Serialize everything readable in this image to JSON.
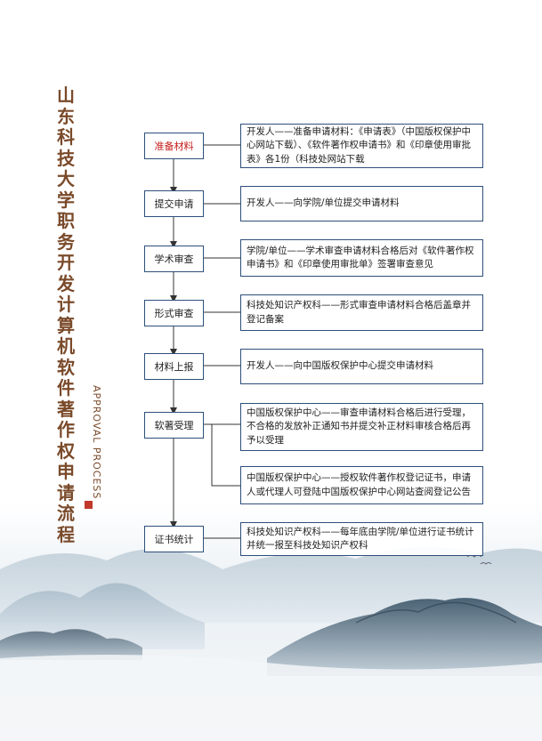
{
  "title": "山东科技大学职务开发计算机软件著作权申请流程",
  "subtitle": "APPROVAL PROCESS",
  "steps": [
    {
      "label": "准备材料",
      "highlight": true,
      "desc": "开发人——准备申请材料：《申请表》（中国版权保护中心网站下载）、《软件著作权申请书》和《印章使用审批表》各1份（科技处网站下载"
    },
    {
      "label": "提交申请",
      "highlight": false,
      "desc": "开发人——向学院/单位提交申请材料"
    },
    {
      "label": "学术审查",
      "highlight": false,
      "desc": "学院/单位——学术审查申请材料合格后对《软件著作权申请书》和《印章使用审批单》签署审查意见"
    },
    {
      "label": "形式审查",
      "highlight": false,
      "desc": "科技处知识产权科——形式审查申请材料合格后盖章并登记备案"
    },
    {
      "label": "材料上报",
      "highlight": false,
      "desc": "开发人——向中国版权保护中心提交申请材料"
    },
    {
      "label": "软著受理",
      "highlight": false,
      "desc": "中国版权保护中心——审查申请材料合格后进行受理，不合格的发放补正通知书并提交补正材料审核合格后再予以受理"
    },
    {
      "label": "证书统计",
      "highlight": false,
      "desc": "科技处知识产权科——每年底由学院/单位进行证书统计并统一报至科技处知识产权科"
    }
  ],
  "extra_desc": "中国版权保护中心——授权软件著作权登记证书，申请人或代理人可登陆中国版权保护中心网站查阅登记公告",
  "colors": {
    "box_border": "#2e4f7a",
    "title": "#7a4a2a",
    "highlight": "#c41a1a",
    "accent": "#c0392b"
  }
}
